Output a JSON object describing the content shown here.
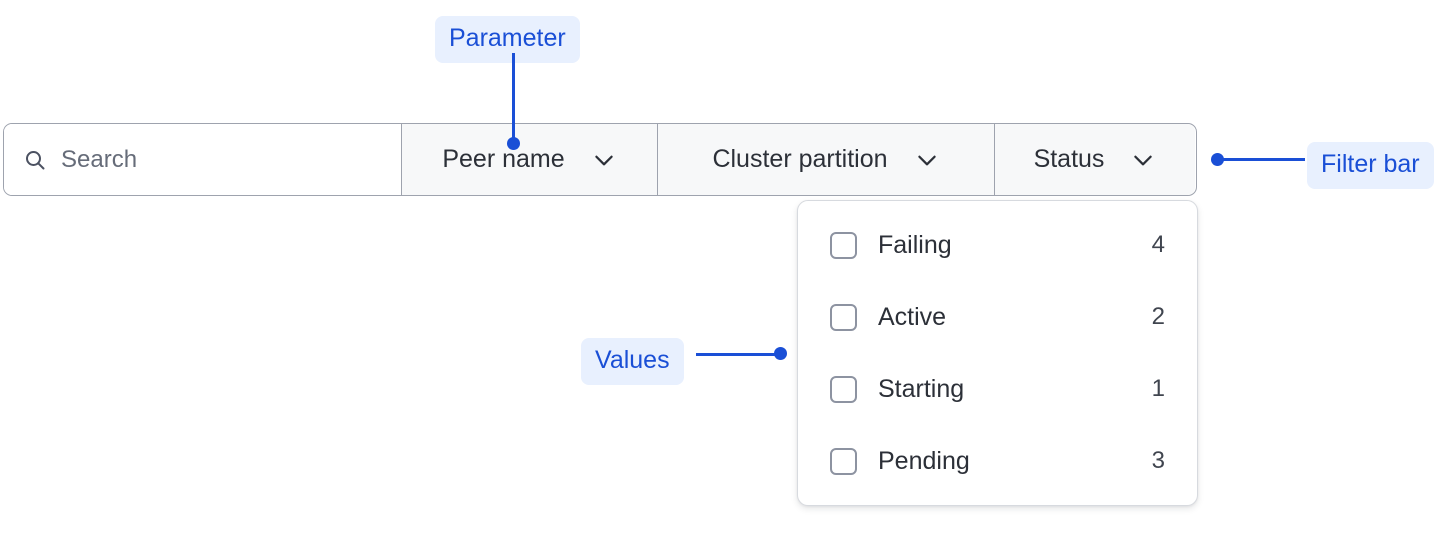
{
  "filter_bar": {
    "search": {
      "icon": "search-icon",
      "placeholder": "Search",
      "value": ""
    },
    "dropdowns": [
      {
        "label": "Peer name",
        "icon": "chevron-down-icon",
        "expanded": "false"
      },
      {
        "label": "Cluster partition",
        "icon": "chevron-down-icon",
        "expanded": "false"
      },
      {
        "label": "Status",
        "icon": "chevron-down-icon",
        "expanded": "true"
      }
    ]
  },
  "dropdown_panel": {
    "owner": "Status",
    "options": [
      {
        "label": "Failing",
        "count": "4",
        "checked": "false"
      },
      {
        "label": "Active",
        "count": "2",
        "checked": "false"
      },
      {
        "label": "Starting",
        "count": "1",
        "checked": "false"
      },
      {
        "label": "Pending",
        "count": "3",
        "checked": "false"
      }
    ]
  },
  "annotations": [
    {
      "id": "parameter",
      "label": "Parameter"
    },
    {
      "id": "values",
      "label": "Values"
    },
    {
      "id": "filter-bar",
      "label": "Filter bar"
    }
  ],
  "colors": {
    "annotation_text": "#1a4fd6",
    "annotation_bg": "#e8f0fe",
    "bar_border": "#9ea3ae",
    "dropdown_cell_bg": "#f7f8f9",
    "text_primary": "#2c3038",
    "placeholder": "#666c79"
  }
}
